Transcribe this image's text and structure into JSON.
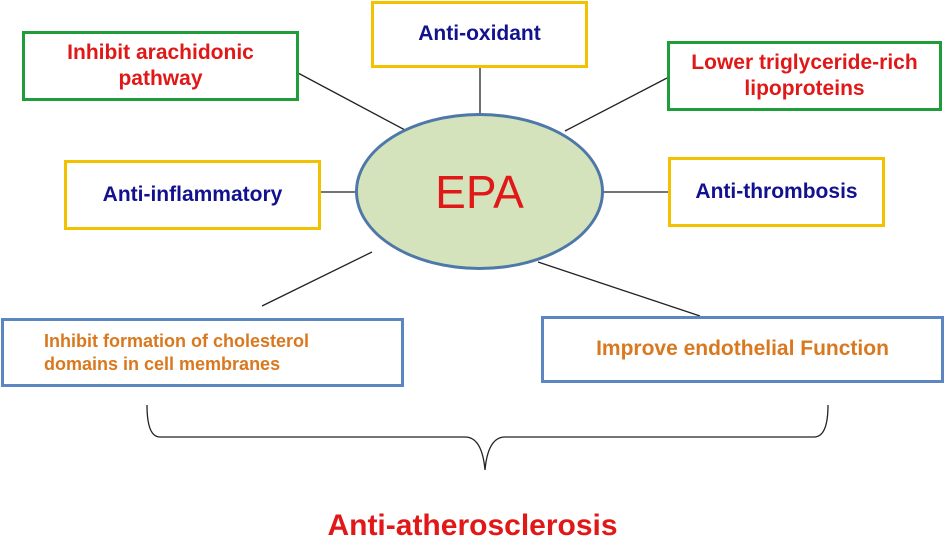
{
  "center": {
    "label": "EPA"
  },
  "effects": {
    "anti_oxidant": "Anti-oxidant",
    "inhibit_arachidonic": "Inhibit arachidonic pathway",
    "lower_triglyceride": "Lower triglyceride-rich lipoproteins",
    "anti_inflammatory": "Anti-inflammatory",
    "anti_thrombosis": "Anti-thrombosis",
    "inhibit_cholesterol": "Inhibit formation of cholesterol domains in cell membranes",
    "improve_endothelial": "Improve endothelial Function"
  },
  "outcome": {
    "label": "Anti-atherosclerosis"
  },
  "colors": {
    "label_blue": "#12128f",
    "label_red": "#e01818",
    "label_orange": "#d9781e",
    "border_yellow": "#f2c200",
    "border_green": "#1f9d3a",
    "border_blue": "#5b86c2",
    "ellipse_fill": "#d5e3bd",
    "ellipse_border": "#4d78a8"
  }
}
